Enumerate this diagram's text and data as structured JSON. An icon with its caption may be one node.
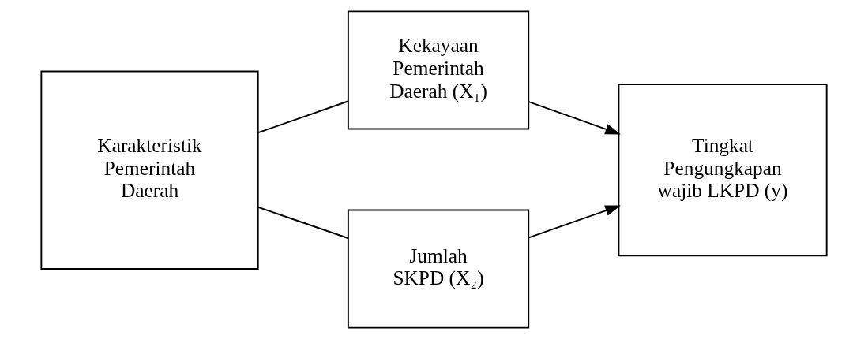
{
  "diagram": {
    "nodes": [
      {
        "text": [
          "Karakteristik Pemerintah Daerah"
        ]
      },
      {
        "text": [
          "Kekayaan Pemerintah Daerah (X₁)"
        ]
      },
      {
        "text": [
          "Jumlah SKPD (X₂)"
        ]
      },
      {
        "text": [
          "Tingkat Pengungkapan wajib LKPD (y)"
        ]
      }
    ],
    "edges": [
      {
        "from": 0,
        "to": 1,
        "arrow": "none"
      },
      {
        "from": 0,
        "to": 2,
        "arrow": "none"
      },
      {
        "from": 1,
        "to": 3,
        "arrow": "to"
      },
      {
        "from": 2,
        "to": 3,
        "arrow": "to"
      }
    ]
  }
}
